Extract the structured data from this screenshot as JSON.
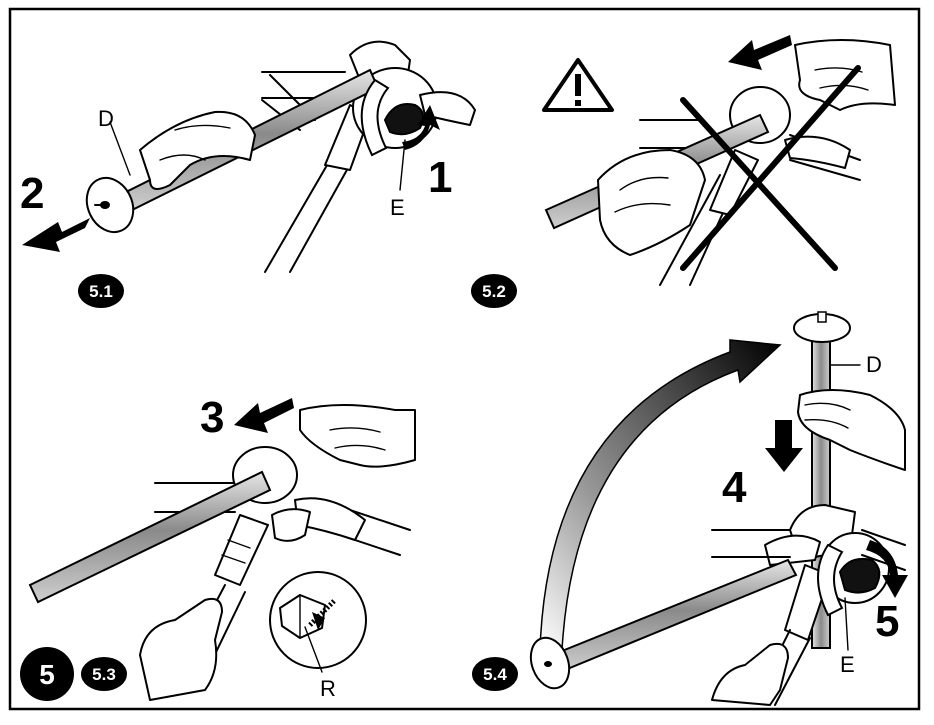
{
  "panels": [
    {
      "badge": "5.1",
      "step_numbers": [
        "1",
        "2"
      ],
      "labels": [
        "D",
        "E"
      ]
    },
    {
      "badge": "5.2",
      "warning_symbol": "warning-triangle-icon"
    },
    {
      "badge": "5.3",
      "step_numbers": [
        "3"
      ],
      "labels": [
        "R"
      ]
    },
    {
      "badge": "5.4",
      "step_numbers": [
        "4",
        "5"
      ],
      "labels": [
        "D",
        "E"
      ]
    }
  ],
  "figure_badge": "5",
  "colors": {
    "ink": "#000000",
    "paper": "#ffffff",
    "tube_gray": "#9a9a9a"
  }
}
